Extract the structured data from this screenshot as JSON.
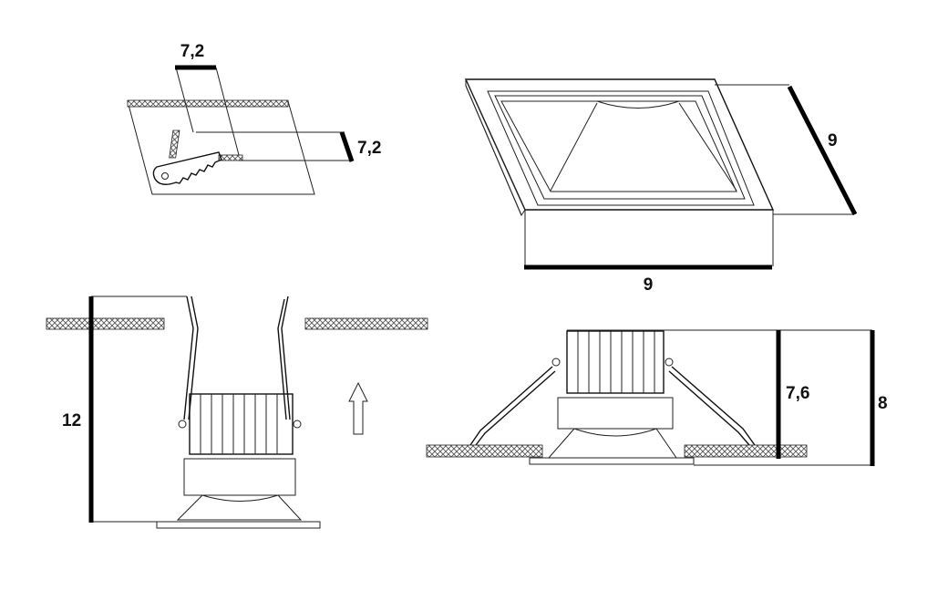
{
  "panels": {
    "cutout": {
      "width_label": "7,2",
      "height_label": "7,2"
    },
    "trim": {
      "depth_label": "9",
      "width_label": "9"
    },
    "install": {
      "height_label": "12"
    },
    "installed": {
      "body_label": "7,6",
      "total_label": "8"
    }
  },
  "colors": {
    "line": "#222222",
    "dimension_bar": "#000000",
    "ceiling_hatch": "#555555",
    "background": "#ffffff"
  }
}
